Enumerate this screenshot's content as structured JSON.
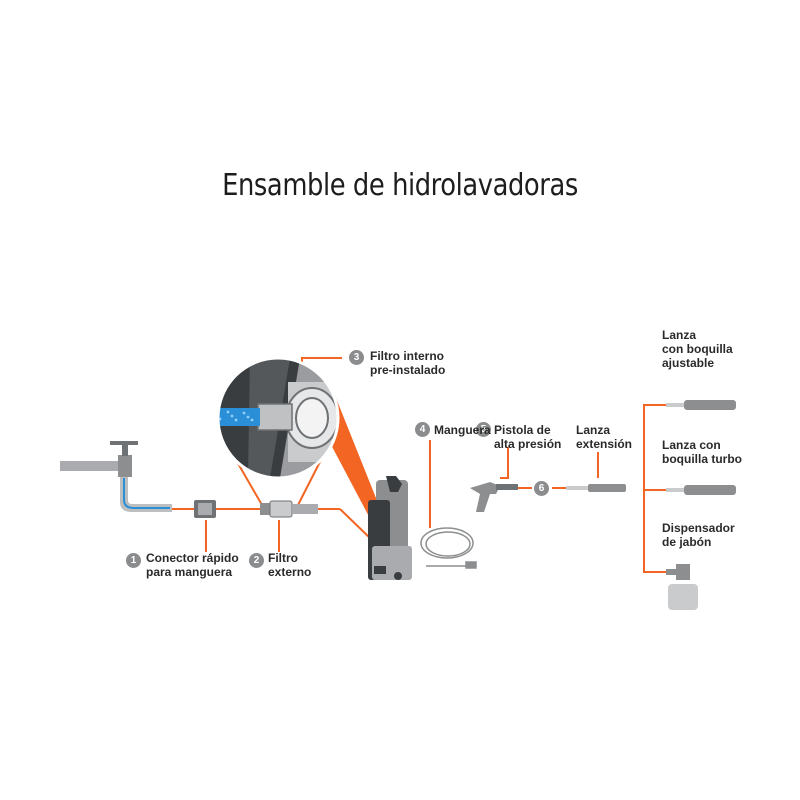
{
  "title": "Ensamble de hidrolavadoras",
  "colors": {
    "accent": "#f26522",
    "part_gray": "#8c8e90",
    "dark": "#3a3d40",
    "filter_blue": "#2a8fd6"
  },
  "callouts": [
    {
      "number": "1",
      "line1": "Conector rápido",
      "line2": "para manguera"
    },
    {
      "number": "2",
      "line1": "Filtro",
      "line2": "externo"
    },
    {
      "number": "3",
      "line1": "Filtro interno",
      "line2": "pre-instalado"
    },
    {
      "number": "4",
      "line1": "Manguera",
      "line2": ""
    },
    {
      "number": "5",
      "line1": "Pistola de",
      "line2": "alta presión"
    },
    {
      "number": "6",
      "line1": "",
      "line2": ""
    }
  ],
  "accessories": [
    {
      "line1": "Lanza",
      "line2": "extensión",
      "line3": ""
    },
    {
      "line1": "Lanza",
      "line2": "con boquilla",
      "line3": "ajustable"
    },
    {
      "line1": "Lanza con",
      "line2": "boquilla turbo",
      "line3": ""
    },
    {
      "line1": "Dispensador",
      "line2": "de jabón",
      "line3": ""
    }
  ]
}
